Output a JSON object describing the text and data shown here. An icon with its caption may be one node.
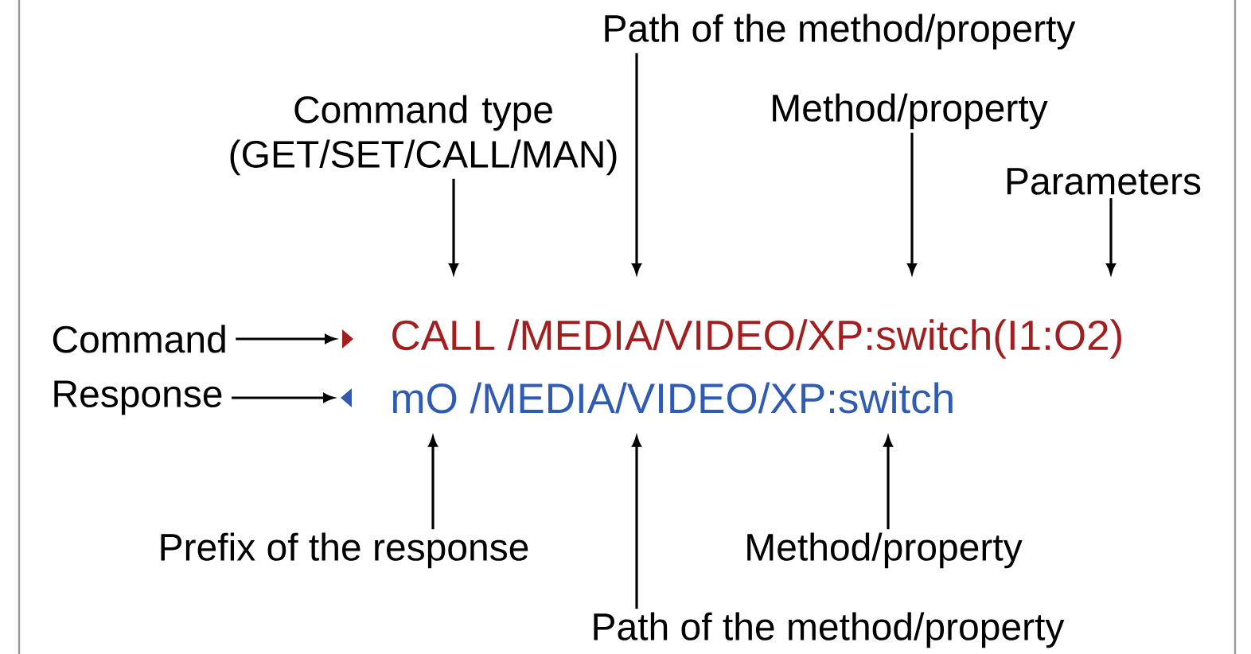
{
  "diagram": {
    "nodes": [
      {
        "text": [
          "Path of the method/property"
        ]
      },
      {
        "text": [
          "Command type (GET/SET/CALL/MAN)"
        ]
      },
      {
        "text": [
          "Method/property"
        ]
      },
      {
        "text": [
          "Parameters"
        ]
      },
      {
        "text": [
          "Command"
        ]
      },
      {
        "text": [
          "CALL /MEDIA/VIDEO/XP:switch(I1:O2)"
        ]
      },
      {
        "text": [
          "Response"
        ]
      },
      {
        "text": [
          "mO /MEDIA/VIDEO/XP:switch"
        ]
      },
      {
        "text": [
          "Prefix of the response"
        ]
      },
      {
        "text": [
          "Method/property"
        ]
      },
      {
        "text": [
          "Path of the method/property"
        ]
      }
    ],
    "edges": [
      {
        "from": 0,
        "to": 5,
        "arrow": "to"
      },
      {
        "from": 1,
        "to": 5,
        "arrow": "to"
      },
      {
        "from": 2,
        "to": 5,
        "arrow": "to"
      },
      {
        "from": 3,
        "to": 5,
        "arrow": "to"
      },
      {
        "from": 4,
        "to": 5,
        "arrow": "to"
      },
      {
        "from": 6,
        "to": 7,
        "arrow": "to"
      },
      {
        "from": 8,
        "to": 7,
        "arrow": "to"
      },
      {
        "from": 10,
        "to": 7,
        "arrow": "to"
      },
      {
        "from": 9,
        "to": 7,
        "arrow": "to"
      }
    ]
  }
}
